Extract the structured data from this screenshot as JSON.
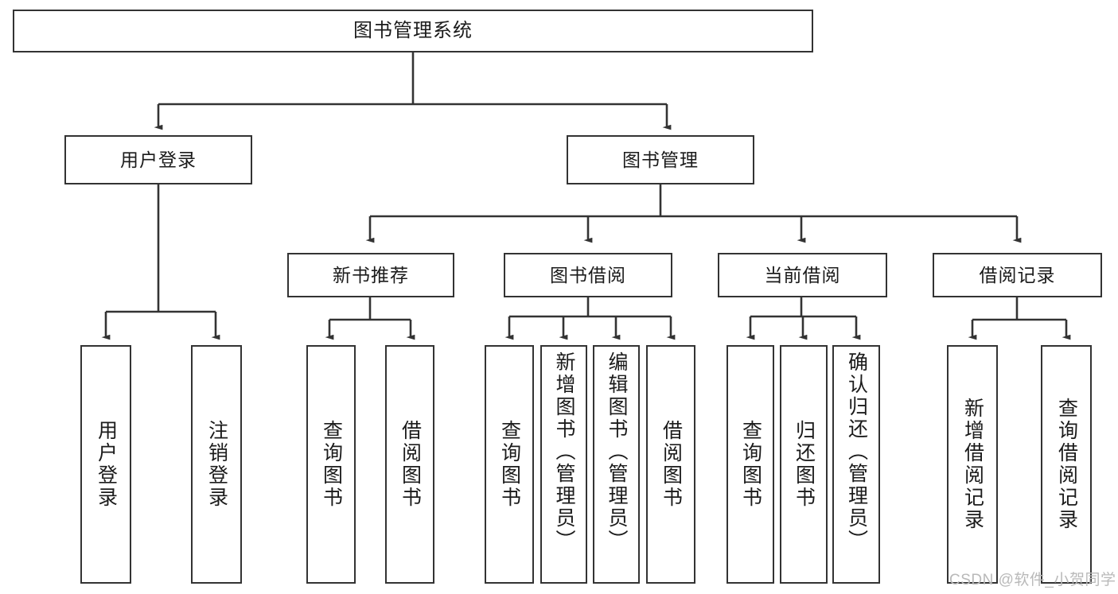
{
  "diagram": {
    "type": "tree-hierarchy",
    "title": "图书管理系统",
    "watermark": "CSDN @软件_小贺同学",
    "colors": {
      "background": "#ffffff",
      "box_border": "#333333",
      "box_fill": "#ffffff",
      "connector": "#333333",
      "text": "#1b1b1b",
      "watermark": "#b9b9b9"
    },
    "nodes": {
      "root": {
        "label": "图书管理系统"
      },
      "level2": [
        {
          "id": "user-login",
          "label": "用户登录"
        },
        {
          "id": "book-management",
          "label": "图书管理"
        }
      ],
      "level3": [
        {
          "id": "new-book-recommend",
          "label": "新书推荐"
        },
        {
          "id": "book-borrow",
          "label": "图书借阅"
        },
        {
          "id": "current-borrow",
          "label": "当前借阅"
        },
        {
          "id": "borrow-record",
          "label": "借阅记录"
        }
      ],
      "leaves": {
        "user-login": [
          {
            "id": "leaf-user-login",
            "label": "用户登录"
          },
          {
            "id": "leaf-logout",
            "label": "注销登录"
          }
        ],
        "new-book-recommend": [
          {
            "id": "leaf-query-book-1",
            "label": "查询图书"
          },
          {
            "id": "leaf-borrow-book-1",
            "label": "借阅图书"
          }
        ],
        "book-borrow": [
          {
            "id": "leaf-query-book-2",
            "label": "查询图书"
          },
          {
            "id": "leaf-add-book",
            "label": "新增图书（管理员）"
          },
          {
            "id": "leaf-edit-book",
            "label": "编辑图书（管理员）"
          },
          {
            "id": "leaf-borrow-book-2",
            "label": "借阅图书"
          }
        ],
        "current-borrow": [
          {
            "id": "leaf-query-book-3",
            "label": "查询图书"
          },
          {
            "id": "leaf-return-book",
            "label": "归还图书"
          },
          {
            "id": "leaf-confirm-return",
            "label": "确认归还（管理员）"
          }
        ],
        "borrow-record": [
          {
            "id": "leaf-add-record",
            "label": "新增借阅记录"
          },
          {
            "id": "leaf-query-record",
            "label": "查询借阅记录"
          }
        ]
      }
    }
  }
}
